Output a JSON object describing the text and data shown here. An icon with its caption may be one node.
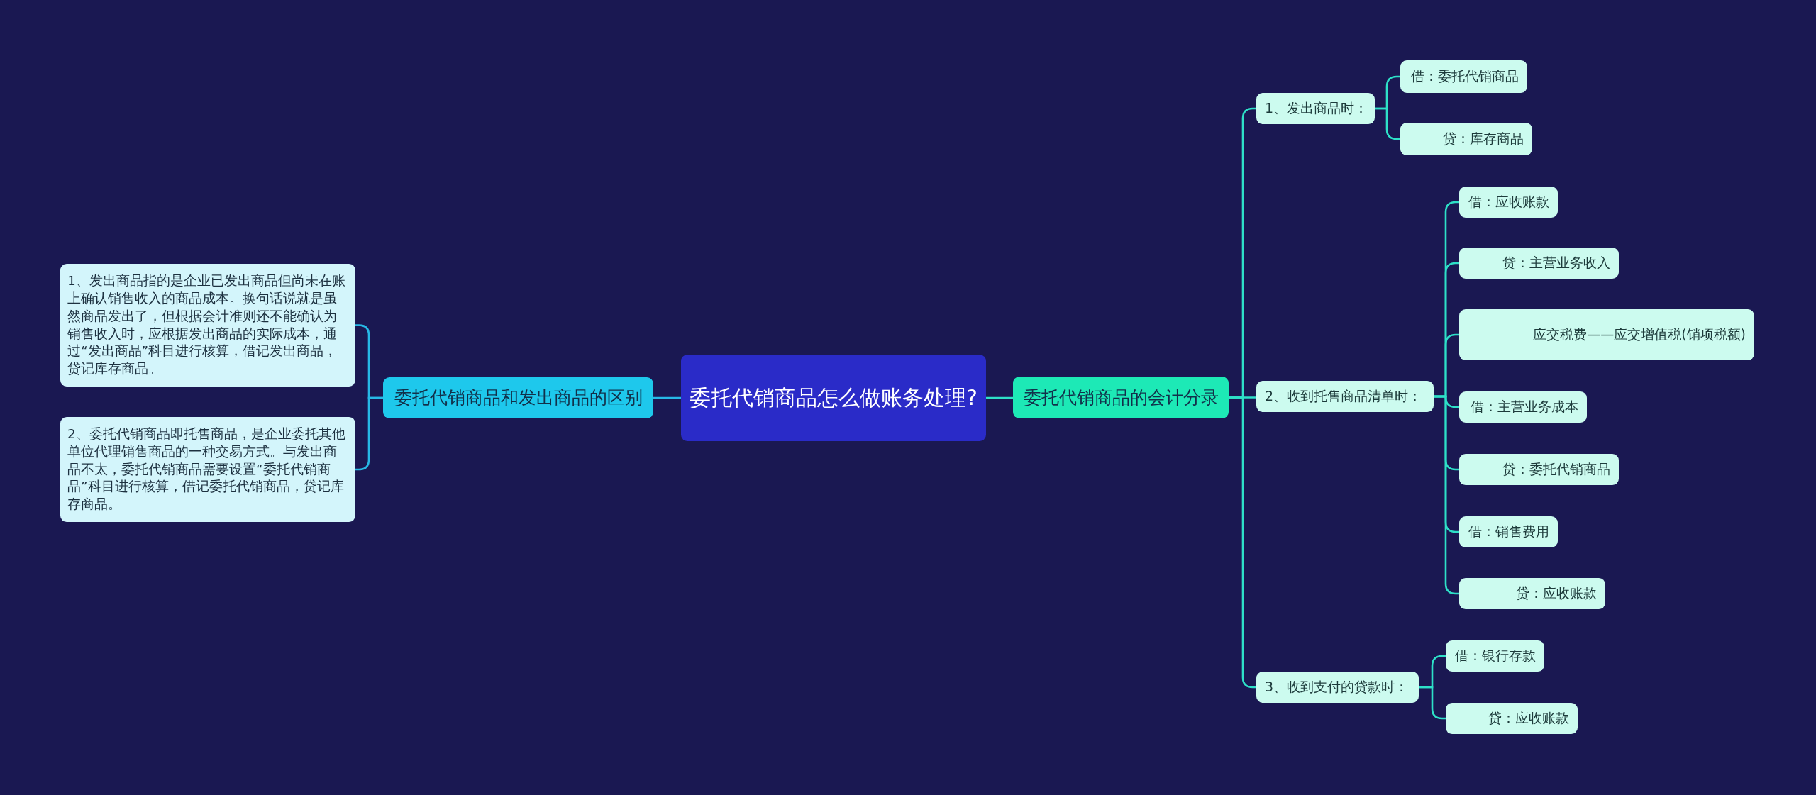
{
  "diagram": {
    "nodes": [
      {
        "text": [
          "委托代销商品怎么做账务处理?"
        ]
      },
      {
        "text": [
          "委托代销商品和发出商品的区别"
        ]
      },
      {
        "text": [
          "1、发出商品指的是企业已发出商品但尚未在账上确认销售收入的商品成本。换句话说就是虽然商品发出了，但根据会计准则还不能确认为销售收入时，应根据发出商品的实际成本，通过“发出商品”科目进行核算，借记发出商品，贷记库存商品。"
        ]
      },
      {
        "text": [
          "2、委托代销商品即托售商品，是企业委托其他单位代理销售商品的一种交易方式。与发出商品不太，委托代销商品需要设置“委托代销商品”科目进行核算，借记委托代销商品，贷记库存商品。"
        ]
      },
      {
        "text": [
          "委托代销商品的会计分录"
        ]
      },
      {
        "text": [
          "1、发出商品时："
        ]
      },
      {
        "text": [
          "借：委托代销商品"
        ]
      },
      {
        "text": [
          "贷：库存商品"
        ]
      },
      {
        "text": [
          "2、收到托售商品清单时："
        ]
      },
      {
        "text": [
          "借：应收账款"
        ]
      },
      {
        "text": [
          "贷：主营业务收入"
        ]
      },
      {
        "text": [
          "应交税费——应交增值税(销项税额)"
        ]
      },
      {
        "text": [
          "借：主营业务成本"
        ]
      },
      {
        "text": [
          "贷：委托代销商品"
        ]
      },
      {
        "text": [
          "借：销售费用"
        ]
      },
      {
        "text": [
          "贷：应收账款"
        ]
      },
      {
        "text": [
          "3、收到支付的贷款时："
        ]
      },
      {
        "text": [
          "借：银行存款"
        ]
      },
      {
        "text": [
          "贷：应收账款"
        ]
      }
    ],
    "edges": [
      {
        "from": 0,
        "to": 1,
        "arrow": "none"
      },
      {
        "from": 1,
        "to": 2,
        "arrow": "none"
      },
      {
        "from": 1,
        "to": 3,
        "arrow": "none"
      },
      {
        "from": 0,
        "to": 4,
        "arrow": "none"
      },
      {
        "from": 4,
        "to": 5,
        "arrow": "none"
      },
      {
        "from": 5,
        "to": 6,
        "arrow": "none"
      },
      {
        "from": 5,
        "to": 7,
        "arrow": "none"
      },
      {
        "from": 4,
        "to": 8,
        "arrow": "none"
      },
      {
        "from": 8,
        "to": 9,
        "arrow": "none"
      },
      {
        "from": 8,
        "to": 10,
        "arrow": "none"
      },
      {
        "from": 8,
        "to": 11,
        "arrow": "none"
      },
      {
        "from": 8,
        "to": 12,
        "arrow": "none"
      },
      {
        "from": 8,
        "to": 13,
        "arrow": "none"
      },
      {
        "from": 8,
        "to": 14,
        "arrow": "none"
      },
      {
        "from": 8,
        "to": 15,
        "arrow": "none"
      },
      {
        "from": 4,
        "to": 16,
        "arrow": "none"
      },
      {
        "from": 16,
        "to": 17,
        "arrow": "none"
      },
      {
        "from": 16,
        "to": 18,
        "arrow": "none"
      }
    ]
  }
}
